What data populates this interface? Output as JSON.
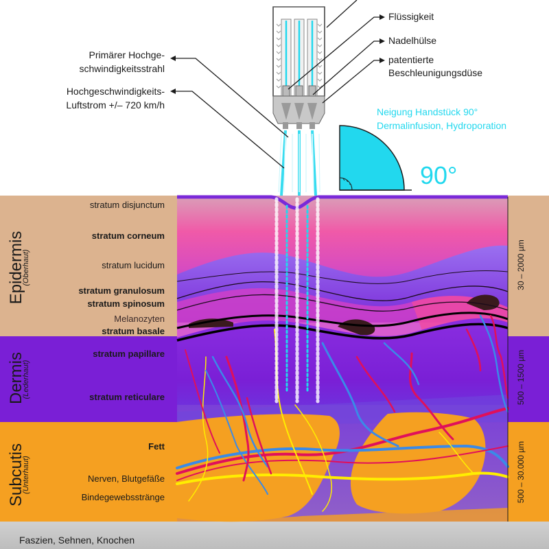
{
  "device_labels": {
    "liquid": "Flüssigkeit",
    "needle_sleeve": "Nadelhülse",
    "nozzle_line1": "patentierte",
    "nozzle_line2": "Beschleunigungsdüse",
    "jet_line1": "Primärer Hochge-",
    "jet_line2": "schwindigkeitsstrahl",
    "airflow_line1": "Hochgeschwindigkeits-",
    "airflow_line2": "Luftstrom +/– 720 km/h"
  },
  "angle_info": {
    "line1": "Neigung Handstück 90°",
    "line2": "Dermalinfusion, Hydroporation",
    "value": "90°"
  },
  "layers": {
    "epidermis": {
      "name": "Epidermis",
      "sub": "(Oberhaut)",
      "range": "30 – 2000 µm"
    },
    "dermis": {
      "name": "Dermis",
      "sub": "(Lederhaut)",
      "range": "500 – 1500 µm"
    },
    "subcutis": {
      "name": "Subcutis",
      "sub": "(Unterhaut)",
      "range": "500 – 30.000 µm"
    }
  },
  "sublayers": {
    "disjunctum": "stratum disjunctum",
    "corneum": "stratum corneum",
    "lucidum": "stratum lucidum",
    "granulosum": "stratum granulosum",
    "spinosum": "stratum spinosum",
    "melanozyten": "Melanozyten",
    "basale": "stratum basale",
    "papillare": "stratum papillare",
    "reticulare": "stratum reticulare",
    "fett": "Fett",
    "nerven": "Nerven, Blutgefäße",
    "binde": "Bindegewebsstränge"
  },
  "footer": "Faszien, Sehnen, Knochen",
  "colors": {
    "epidermis_band": "#dcb38f",
    "dermis_band": "#7a1fd6",
    "subcutis_band": "#f5a021",
    "base_band": "#c8c8c8",
    "cyan": "#22d8ee",
    "nerve_yellow": "#ffee00",
    "vessel_red": "#e0105a",
    "vessel_blue": "#3a8ae8"
  }
}
